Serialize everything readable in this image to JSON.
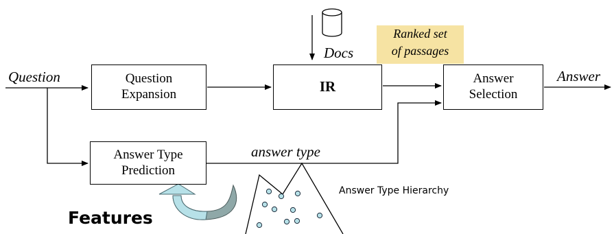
{
  "nodes": {
    "question": "Question",
    "question_expansion": [
      "Question",
      "Expansion"
    ],
    "ir": "IR",
    "docs": "Docs",
    "ranked_passages": [
      "Ranked set",
      "of passages"
    ],
    "answer_selection": [
      "Answer",
      "Selection"
    ],
    "answer": "Answer",
    "answer_type_prediction": [
      "Answer Type",
      "Prediction"
    ],
    "answer_type_edge": "answer type",
    "answer_type_hierarchy": "Answer Type Hierarchy",
    "features": "Features"
  },
  "colors": {
    "highlight": "#f6e3a3",
    "arrow_light": "#b7e1e8",
    "arrow_dark": "#8fa8a8"
  }
}
